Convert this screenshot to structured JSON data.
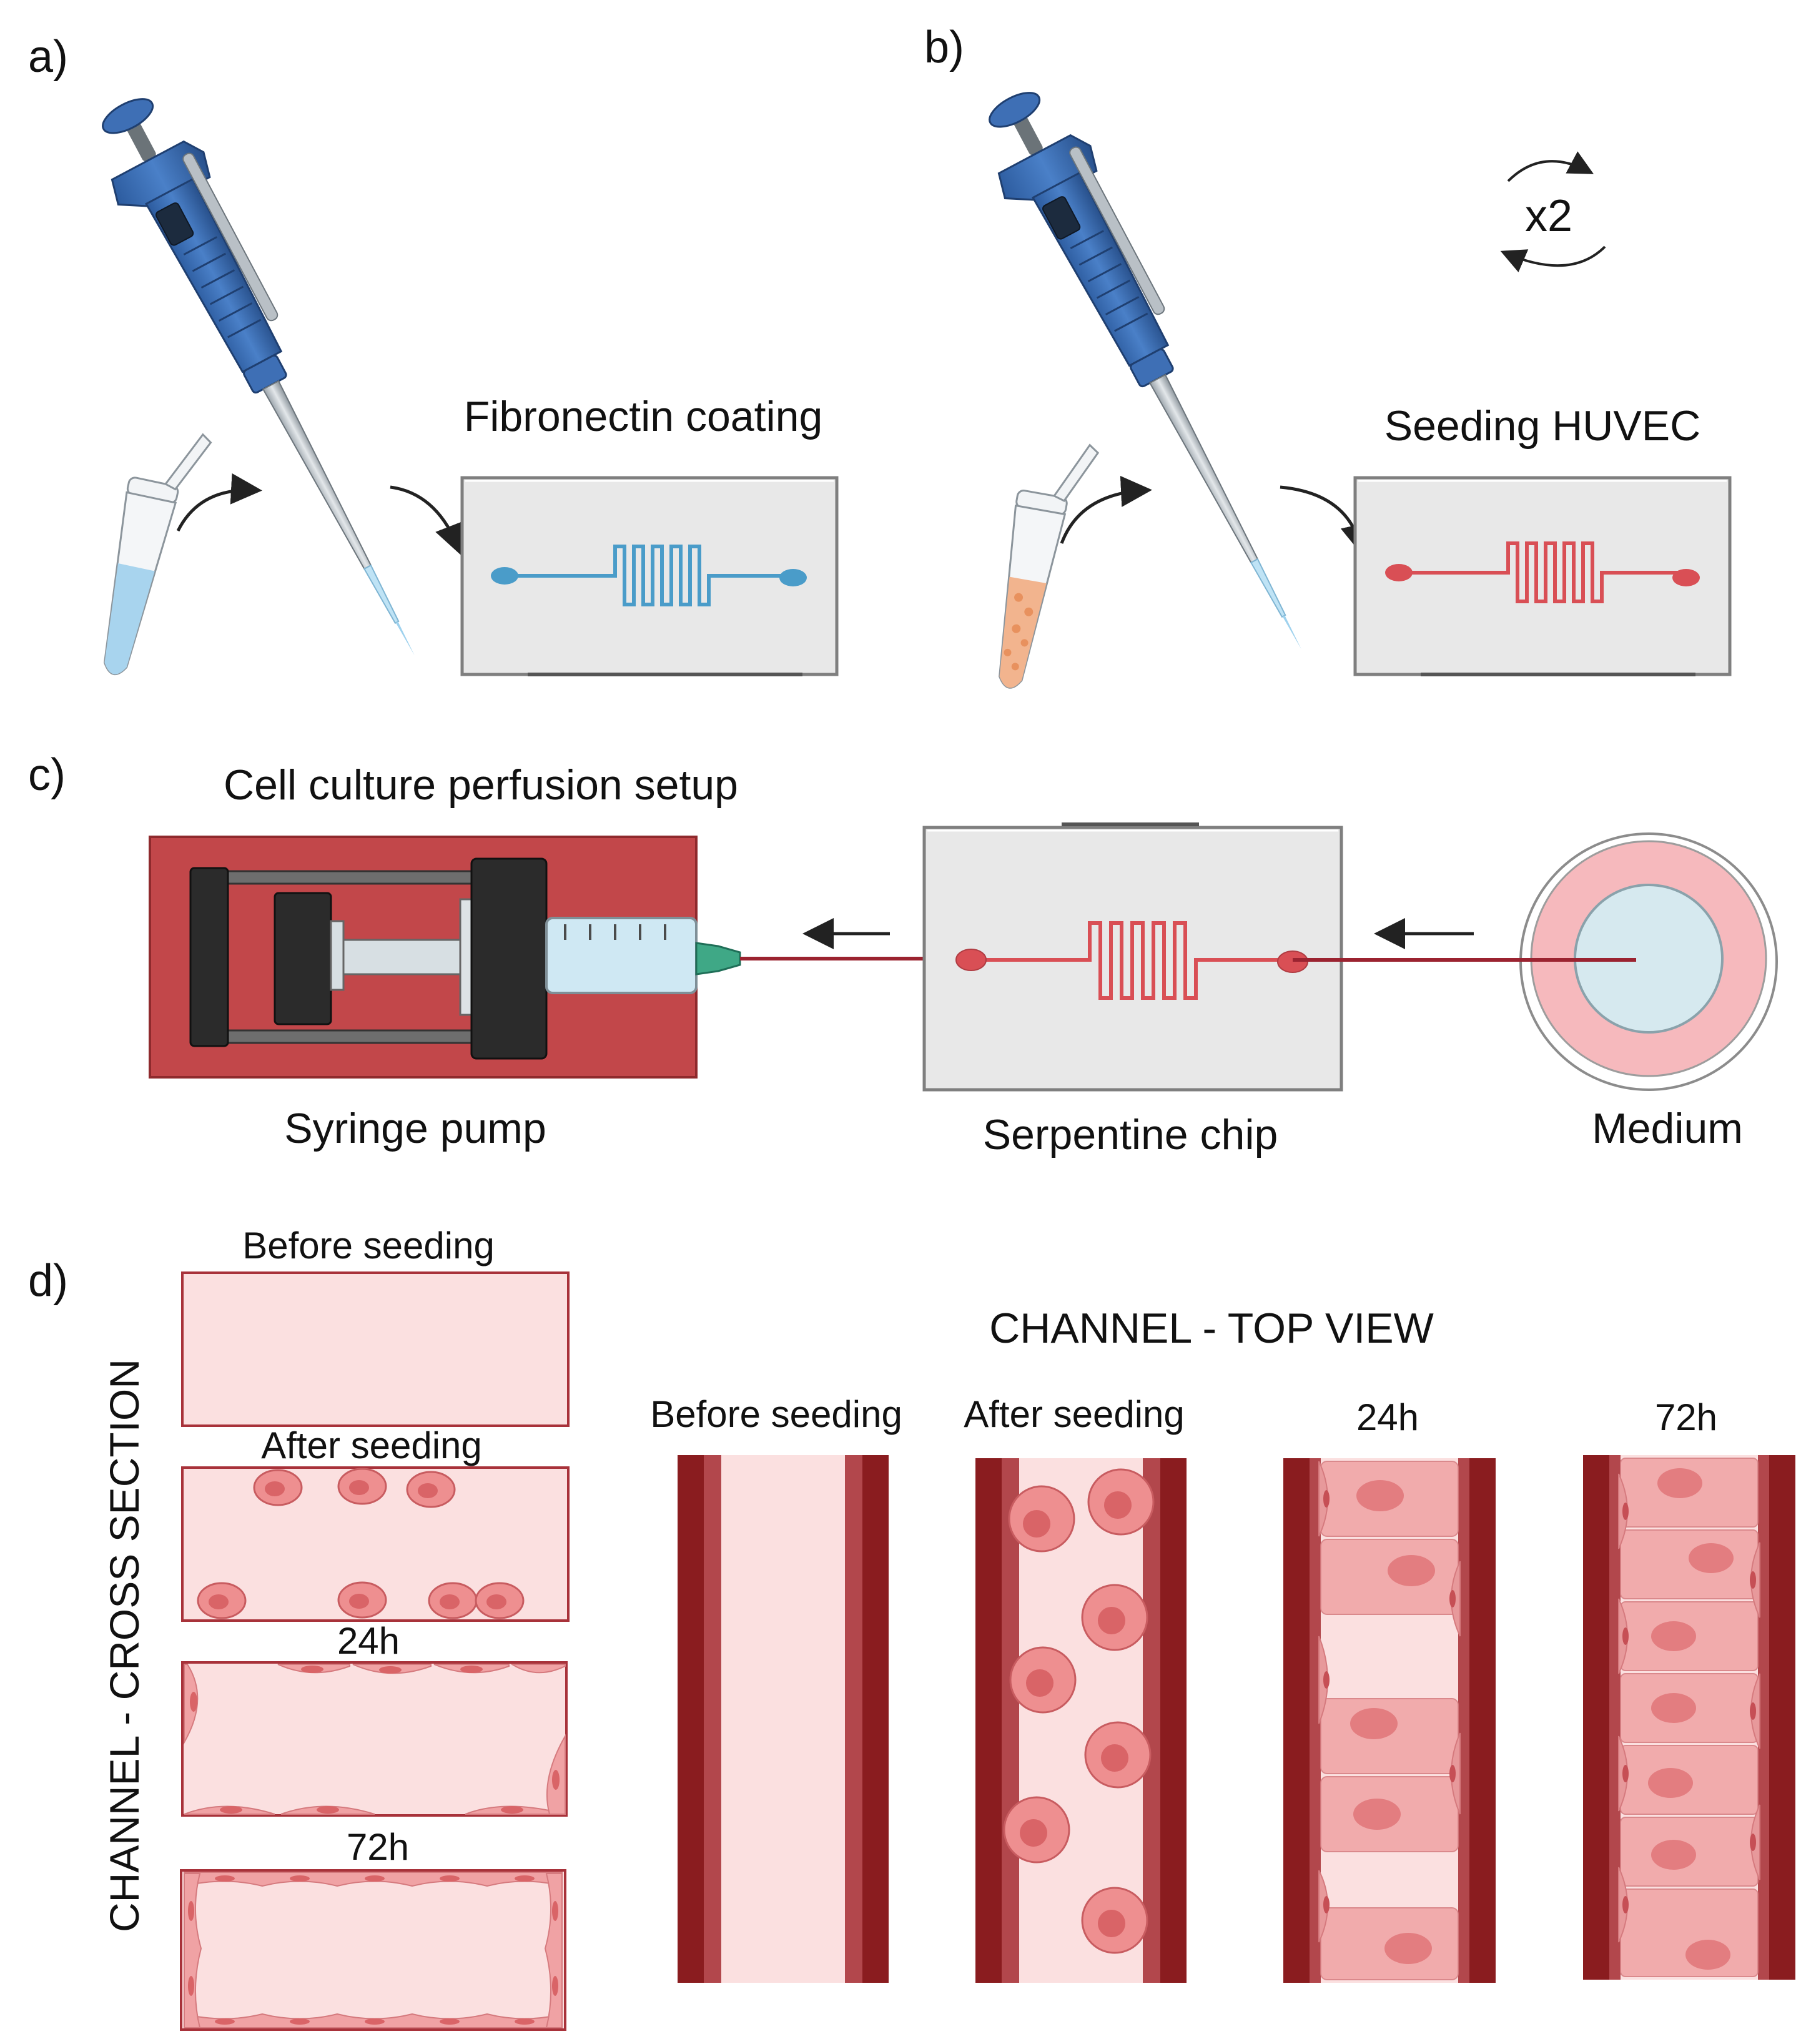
{
  "panels": {
    "a": {
      "letter": "a)",
      "title": "Fibronectin coating",
      "channel_color": "#4a9cc9",
      "liquid_color": "#a8d4ee"
    },
    "b": {
      "letter": "b)",
      "title": "Seeding HUVEC",
      "repeat_label": "x2",
      "channel_color": "#d94f55",
      "cell_color": "#f2b48e"
    },
    "c": {
      "letter": "c)",
      "title": "Cell culture perfusion setup",
      "pump_label": "Syringe pump",
      "chip_label": "Serpentine chip",
      "medium_label": "Medium",
      "pump_color": "#c2474a",
      "tube_color": "#9b2330"
    },
    "d": {
      "letter": "d)",
      "cross_section_title": "CHANNEL - CROSS SECTION",
      "cross_section_stages": [
        "Before seeding",
        "After seeding",
        "24h",
        "72h"
      ],
      "top_view_title": "CHANNEL - TOP VIEW",
      "top_view_stages": [
        "Before seeding",
        "After seeding",
        "24h",
        "72h"
      ],
      "channel_fill": "#fbe0e0",
      "wall_color": "#8a1c1f",
      "cell_color": "#ee8f90"
    }
  }
}
